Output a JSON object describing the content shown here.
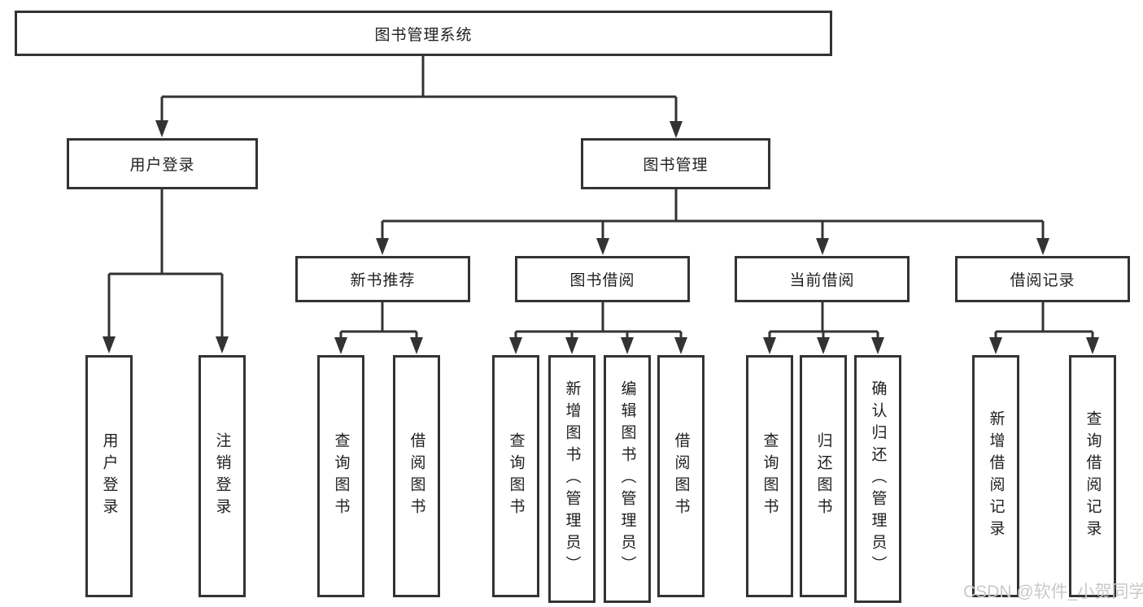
{
  "tree": {
    "root": {
      "label": "图书管理系统",
      "children": [
        {
          "label": "用户登录",
          "children": [
            {
              "label": "用户登录"
            },
            {
              "label": "注销登录"
            }
          ]
        },
        {
          "label": "图书管理",
          "children": [
            {
              "label": "新书推荐",
              "children": [
                {
                  "label": "查询图书"
                },
                {
                  "label": "借阅图书"
                }
              ]
            },
            {
              "label": "图书借阅",
              "children": [
                {
                  "label": "查询图书"
                },
                {
                  "label": "新增图书（管理员）"
                },
                {
                  "label": "编辑图书（管理员）"
                },
                {
                  "label": "借阅图书"
                }
              ]
            },
            {
              "label": "当前借阅",
              "children": [
                {
                  "label": "查询图书"
                },
                {
                  "label": "归还图书"
                },
                {
                  "label": "确认归还（管理员）"
                }
              ]
            },
            {
              "label": "借阅记录",
              "children": [
                {
                  "label": "新增借阅记录"
                },
                {
                  "label": "查询借阅记录"
                }
              ]
            }
          ]
        }
      ]
    }
  },
  "watermark": {
    "text": "CSDN @软件_小贺同学"
  },
  "colors": {
    "line": "#333333",
    "text": "#1f1f1f",
    "watermark": "#c9c9c9",
    "background": "#ffffff"
  }
}
